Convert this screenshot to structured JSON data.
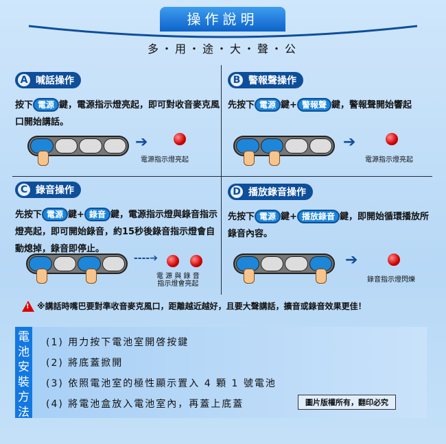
{
  "title": "操作說明",
  "subtitle": "多・用・途・大・聲・公",
  "sections": [
    {
      "letter": "A",
      "title": "喊話操作",
      "text_parts": [
        "按下",
        "電源",
        "鍵，電源指示燈亮起，即可對收音麥克風口開始講話。"
      ],
      "caption": "電源指示燈亮起"
    },
    {
      "letter": "B",
      "title": "警報聲操作",
      "text_parts": [
        "先按下",
        "電源",
        "鍵+",
        "警報聲",
        "鍵，警報聲開始響起"
      ],
      "caption": "電源指示燈亮起"
    },
    {
      "letter": "C",
      "title": "錄音操作",
      "text_parts": [
        "先按下",
        "電源",
        "鍵+",
        "錄音",
        "鍵，電源指示燈與錄音指示燈亮起，即可開始錄音，約15秒後錄音指示燈會自動熄掉，錄音即停止。"
      ],
      "caption": "電 源 與 錄 音",
      "caption2": "指示燈會亮起"
    },
    {
      "letter": "D",
      "title": "播放錄音操作",
      "text_parts": [
        "先按下",
        "電源",
        "鍵+",
        "播放錄音",
        "鍵，即開始循環播放所錄音內容。"
      ],
      "caption": "錄音指示燈閃爍"
    }
  ],
  "warning": "※講話時嘴巴要對準收音麥克風口，距離越近越好，且要大聲講話，擴音或錄音效果更佳！",
  "battery": {
    "label": "電池安裝方法",
    "steps": [
      "(1) 用力按下電池室開啓按鍵",
      "(2) 將底蓋掀開",
      "(3) 依照電池室的極性顯示置入 4 顆 1 號電池",
      "(4) 將電池盒放入電池室內，再蓋上底蓋"
    ]
  },
  "copyright": "圖片版權所有，翻印必究"
}
